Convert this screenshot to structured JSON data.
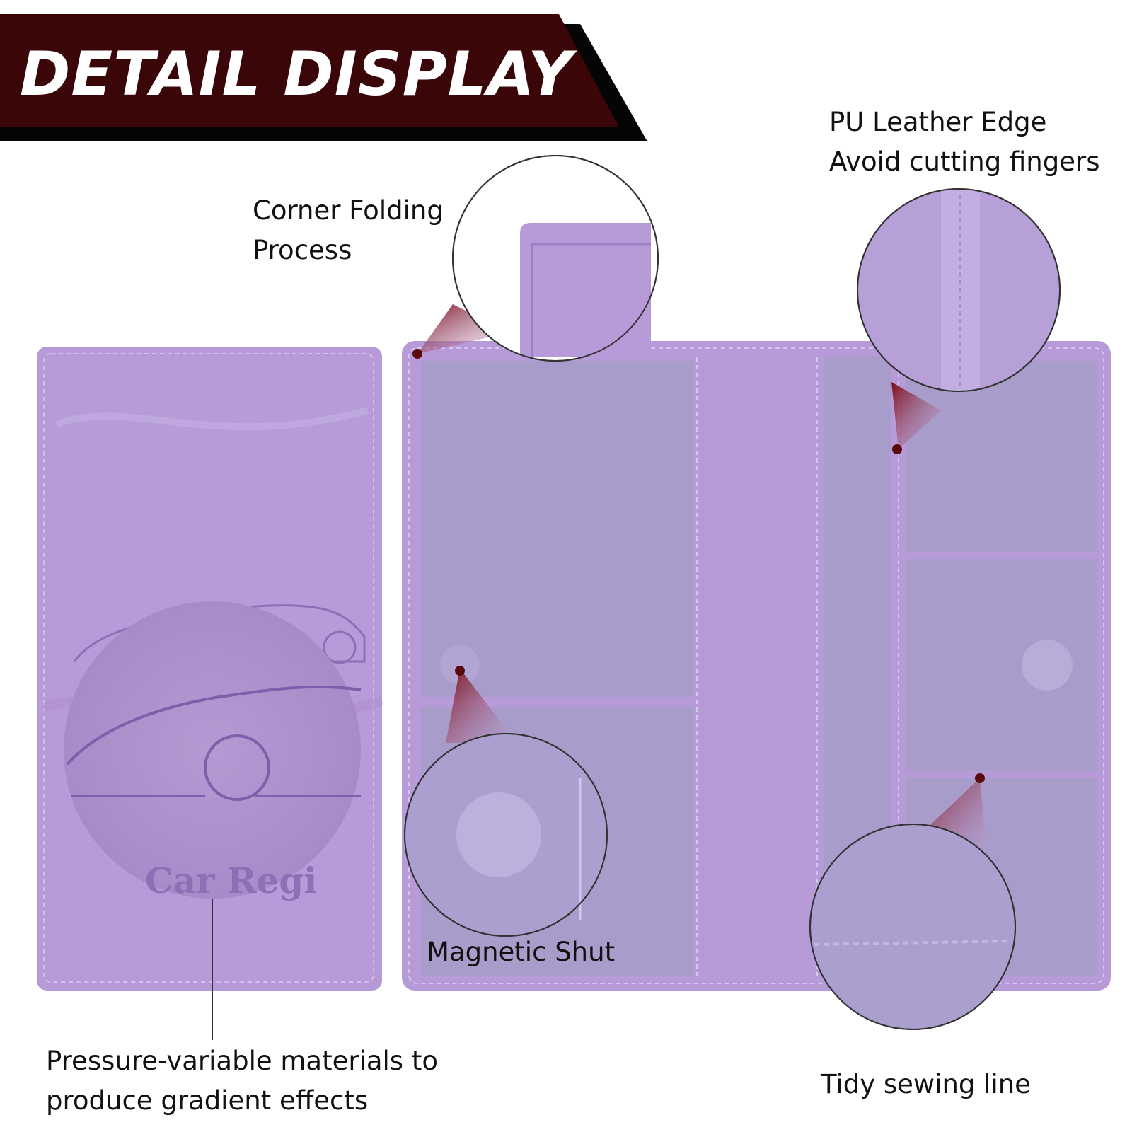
{
  "banner": {
    "title": "DETAIL DISPLAY"
  },
  "callouts": {
    "corner_folding": {
      "line1": "Corner Folding",
      "line2": "Process"
    },
    "pu_edge": {
      "line1": "PU Leather Edge",
      "line2": "Avoid cutting fingers"
    },
    "magnetic": {
      "label": "Magnetic Shut"
    },
    "pressure": {
      "line1": "Pressure-variable materials to",
      "line2": "produce gradient effects"
    },
    "sewing": {
      "label": "Tidy sewing line"
    }
  },
  "embossed_text": "Car Regi",
  "colors": {
    "banner_dark": "#3a0608",
    "banner_black": "#050505",
    "leather": "#b79ad8",
    "leather_dark": "#a487c8",
    "pocket": "#a89ccb",
    "stitch": "#d6c6ee",
    "pointer": "#8b1a1f"
  },
  "icons": [
    "car-emboss-icon"
  ]
}
